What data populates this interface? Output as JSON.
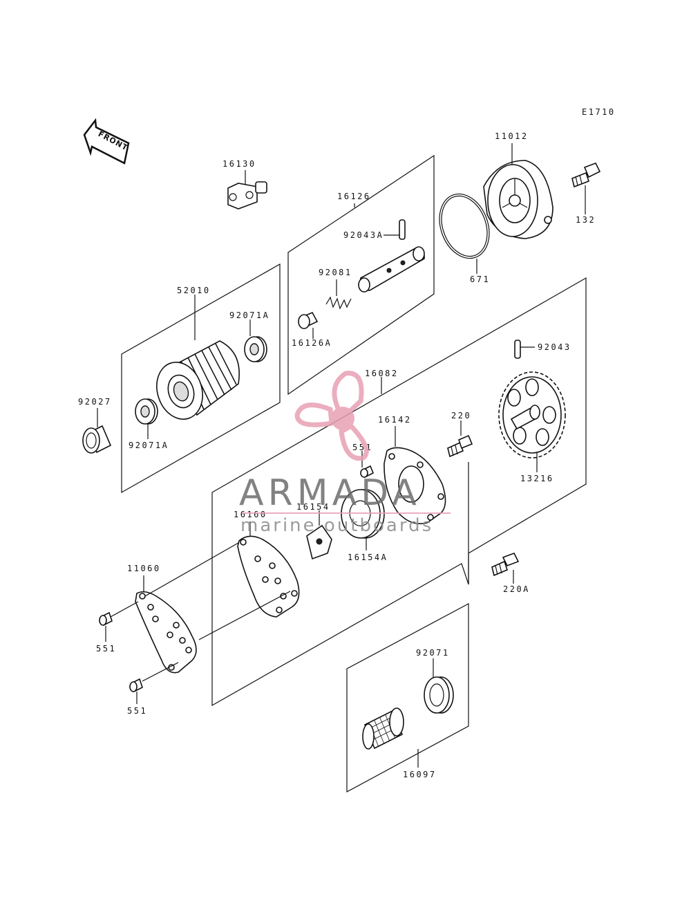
{
  "diagram_code": "E1710",
  "direction_label": "FRONT",
  "watermark": {
    "title": "ARMADA",
    "subtitle": "marine outboards",
    "accent_color": "#e8a1b5",
    "text_color": "#6d6d6d"
  },
  "parts": {
    "p11012": "11012",
    "p132": "132",
    "p671": "671",
    "p16130": "16130",
    "p16126": "16126",
    "p92043A": "92043A",
    "p92081": "92081",
    "p16126A": "16126A",
    "p52010": "52010",
    "p92071A_top": "92071A",
    "p92071A_bottom": "92071A",
    "p92027": "92027",
    "p16082": "16082",
    "p92043": "92043",
    "p16142": "16142",
    "p220": "220",
    "p551_center": "551",
    "p13216": "13216",
    "p16154": "16154",
    "p16154A": "16154A",
    "p16160": "16160",
    "p11060": "11060",
    "p220A": "220A",
    "p551_left_top": "551",
    "p551_left_bottom": "551",
    "p92071": "92071",
    "p16097": "16097"
  }
}
